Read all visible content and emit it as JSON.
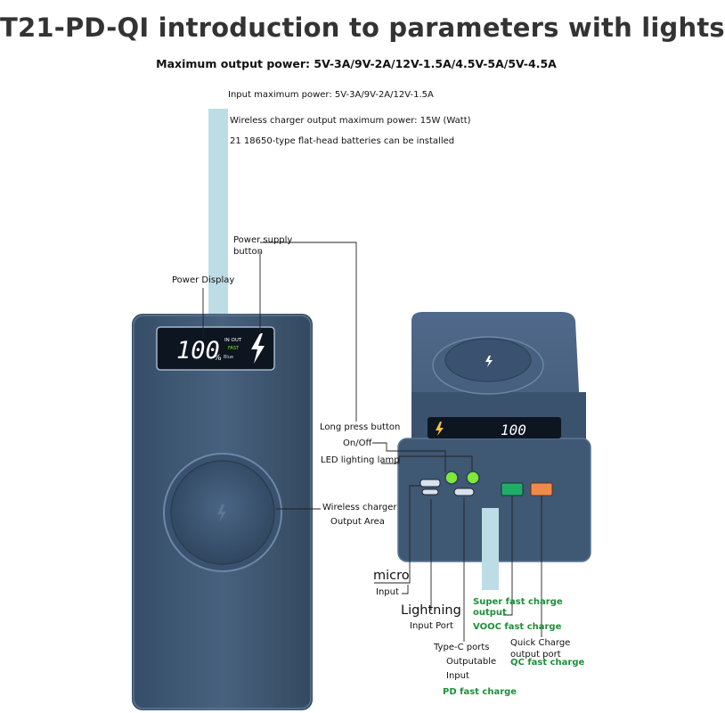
{
  "title": "T21-PD-QI introduction to parameters with lights",
  "specs": {
    "max_output": "Maximum output power: 5V-3A/9V-2A/12V-1.5A/4.5V-5A/5V-4.5A",
    "input_max": "Input maximum power: 5V-3A/9V-2A/12V-1.5A",
    "wireless_max": "Wireless charger output maximum power: 15W (Watt)",
    "batteries": "21 18650-type flat-head batteries can be installed"
  },
  "callouts": {
    "power_supply_button": "Power supply",
    "power_supply_button_2": "button",
    "power_display": "Power Display",
    "long_press": "Long press button",
    "on_off": "On/Off",
    "led_lamp": "LED lighting lamp",
    "wireless_area": "Wireless charger",
    "wireless_area_2": "Output Area",
    "micro": "micro",
    "micro_input": "Input",
    "lightning": "Lightning",
    "lightning_input": "Input Port",
    "typec": "Type-C ports",
    "typec_2": "Outputable",
    "typec_3": "Input",
    "pd_fast": "PD fast charge",
    "super_fast": "Super fast charge",
    "super_fast_2": "output",
    "vooc_fast": "VOOC fast charge",
    "quick_charge": "Quick Charge",
    "quick_charge_2": "output port",
    "qc_fast": "QC fast charge"
  },
  "display": {
    "percent": "100",
    "percent_sign": "%",
    "in_out": "IN OUT",
    "fast": "FAST",
    "blue": "Blue",
    "rear_readout": "100"
  },
  "colors": {
    "device_body": "#3f5874",
    "device_dark": "#2c4157",
    "cable": "#bcdde6",
    "led_green": "#7ee83b",
    "usb_green": "#1fae6a",
    "usb_orange": "#f08a4b",
    "green_text": "#1f8f3a"
  }
}
